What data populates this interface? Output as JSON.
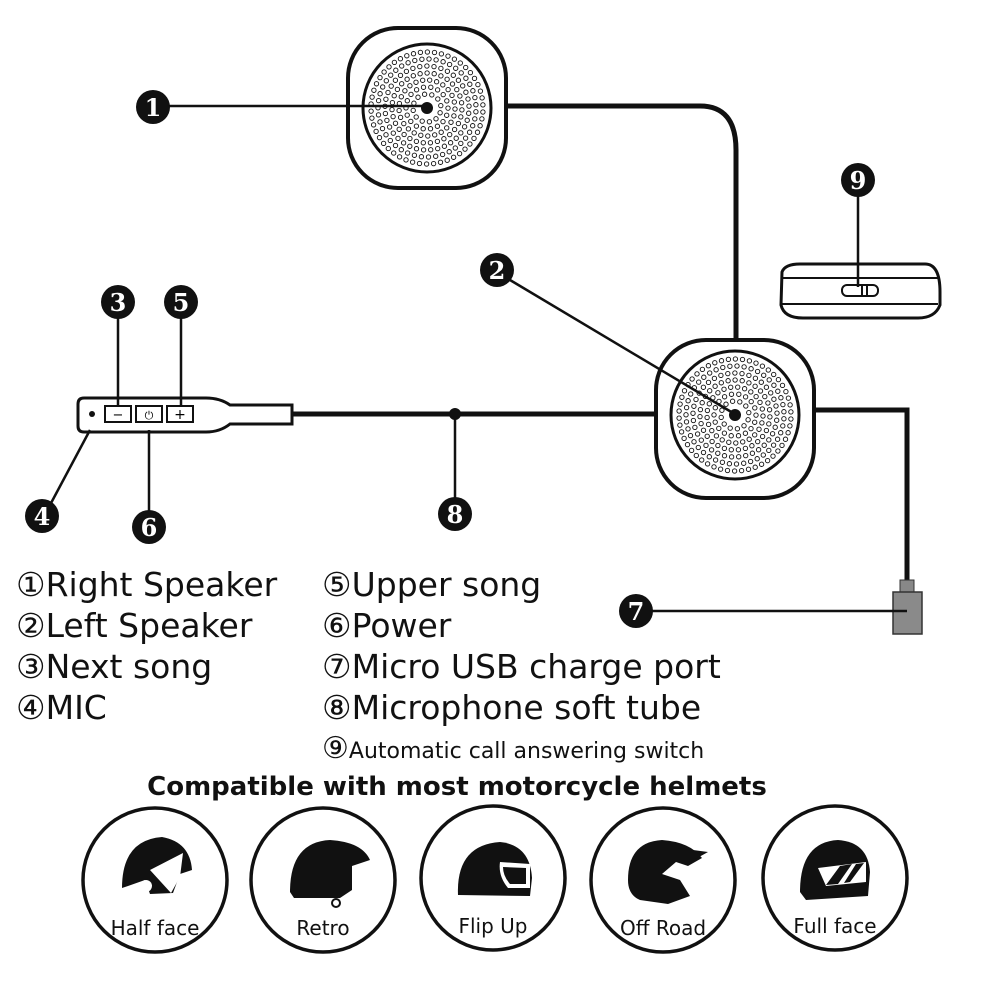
{
  "callouts": [
    "1",
    "2",
    "3",
    "4",
    "5",
    "6",
    "7",
    "8",
    "9"
  ],
  "legend_left": [
    {
      "marker": "①",
      "text": "Right Speaker"
    },
    {
      "marker": "②",
      "text": "Left Speaker"
    },
    {
      "marker": "③",
      "text": "Next song"
    },
    {
      "marker": "④",
      "text": "MIC"
    }
  ],
  "legend_right": [
    {
      "marker": "⑤",
      "text": "Upper song"
    },
    {
      "marker": "⑥",
      "text": "Power"
    },
    {
      "marker": "⑦",
      "text": "Micro USB charge port"
    },
    {
      "marker": "⑧",
      "text": "Microphone soft tube"
    },
    {
      "marker": "⑨",
      "text": "Automatic call answering switch"
    }
  ],
  "controls": {
    "minus": "−",
    "power": "⏻",
    "plus": "+"
  },
  "compat_title": "Compatible with most motorcycle helmets",
  "helmets": [
    {
      "label": "Half face",
      "icon": "half-face-helmet-icon"
    },
    {
      "label": "Retro",
      "icon": "retro-helmet-icon"
    },
    {
      "label": "Flip Up",
      "icon": "flip-up-helmet-icon"
    },
    {
      "label": "Off Road",
      "icon": "off-road-helmet-icon"
    },
    {
      "label": "Full face",
      "icon": "full-face-helmet-icon"
    }
  ]
}
